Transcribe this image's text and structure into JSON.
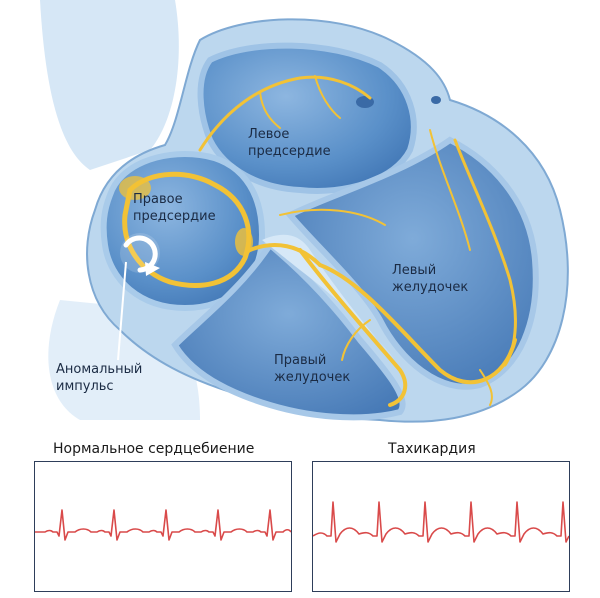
{
  "diagram": {
    "labels": {
      "left_atrium": [
        "Левое",
        "предсердие"
      ],
      "right_atrium": [
        "Правое",
        "предсердие"
      ],
      "left_ventricle": [
        "Левый",
        "желудочек"
      ],
      "right_ventricle": [
        "Правый",
        "желудочек"
      ],
      "abnormal_impulse": [
        "Аномальный",
        "импульс"
      ]
    }
  },
  "ecg": {
    "normal": {
      "caption": "Нормальное сердцебиение"
    },
    "tachycardia": {
      "caption": "Тахикардия"
    }
  },
  "colors": {
    "heart_outer": "#bcd7ee",
    "heart_chamber": "#4f87c4",
    "conduction": "#f2c236",
    "ecg_trace": "#d94a4a",
    "panel_border": "#2e3e5a"
  }
}
